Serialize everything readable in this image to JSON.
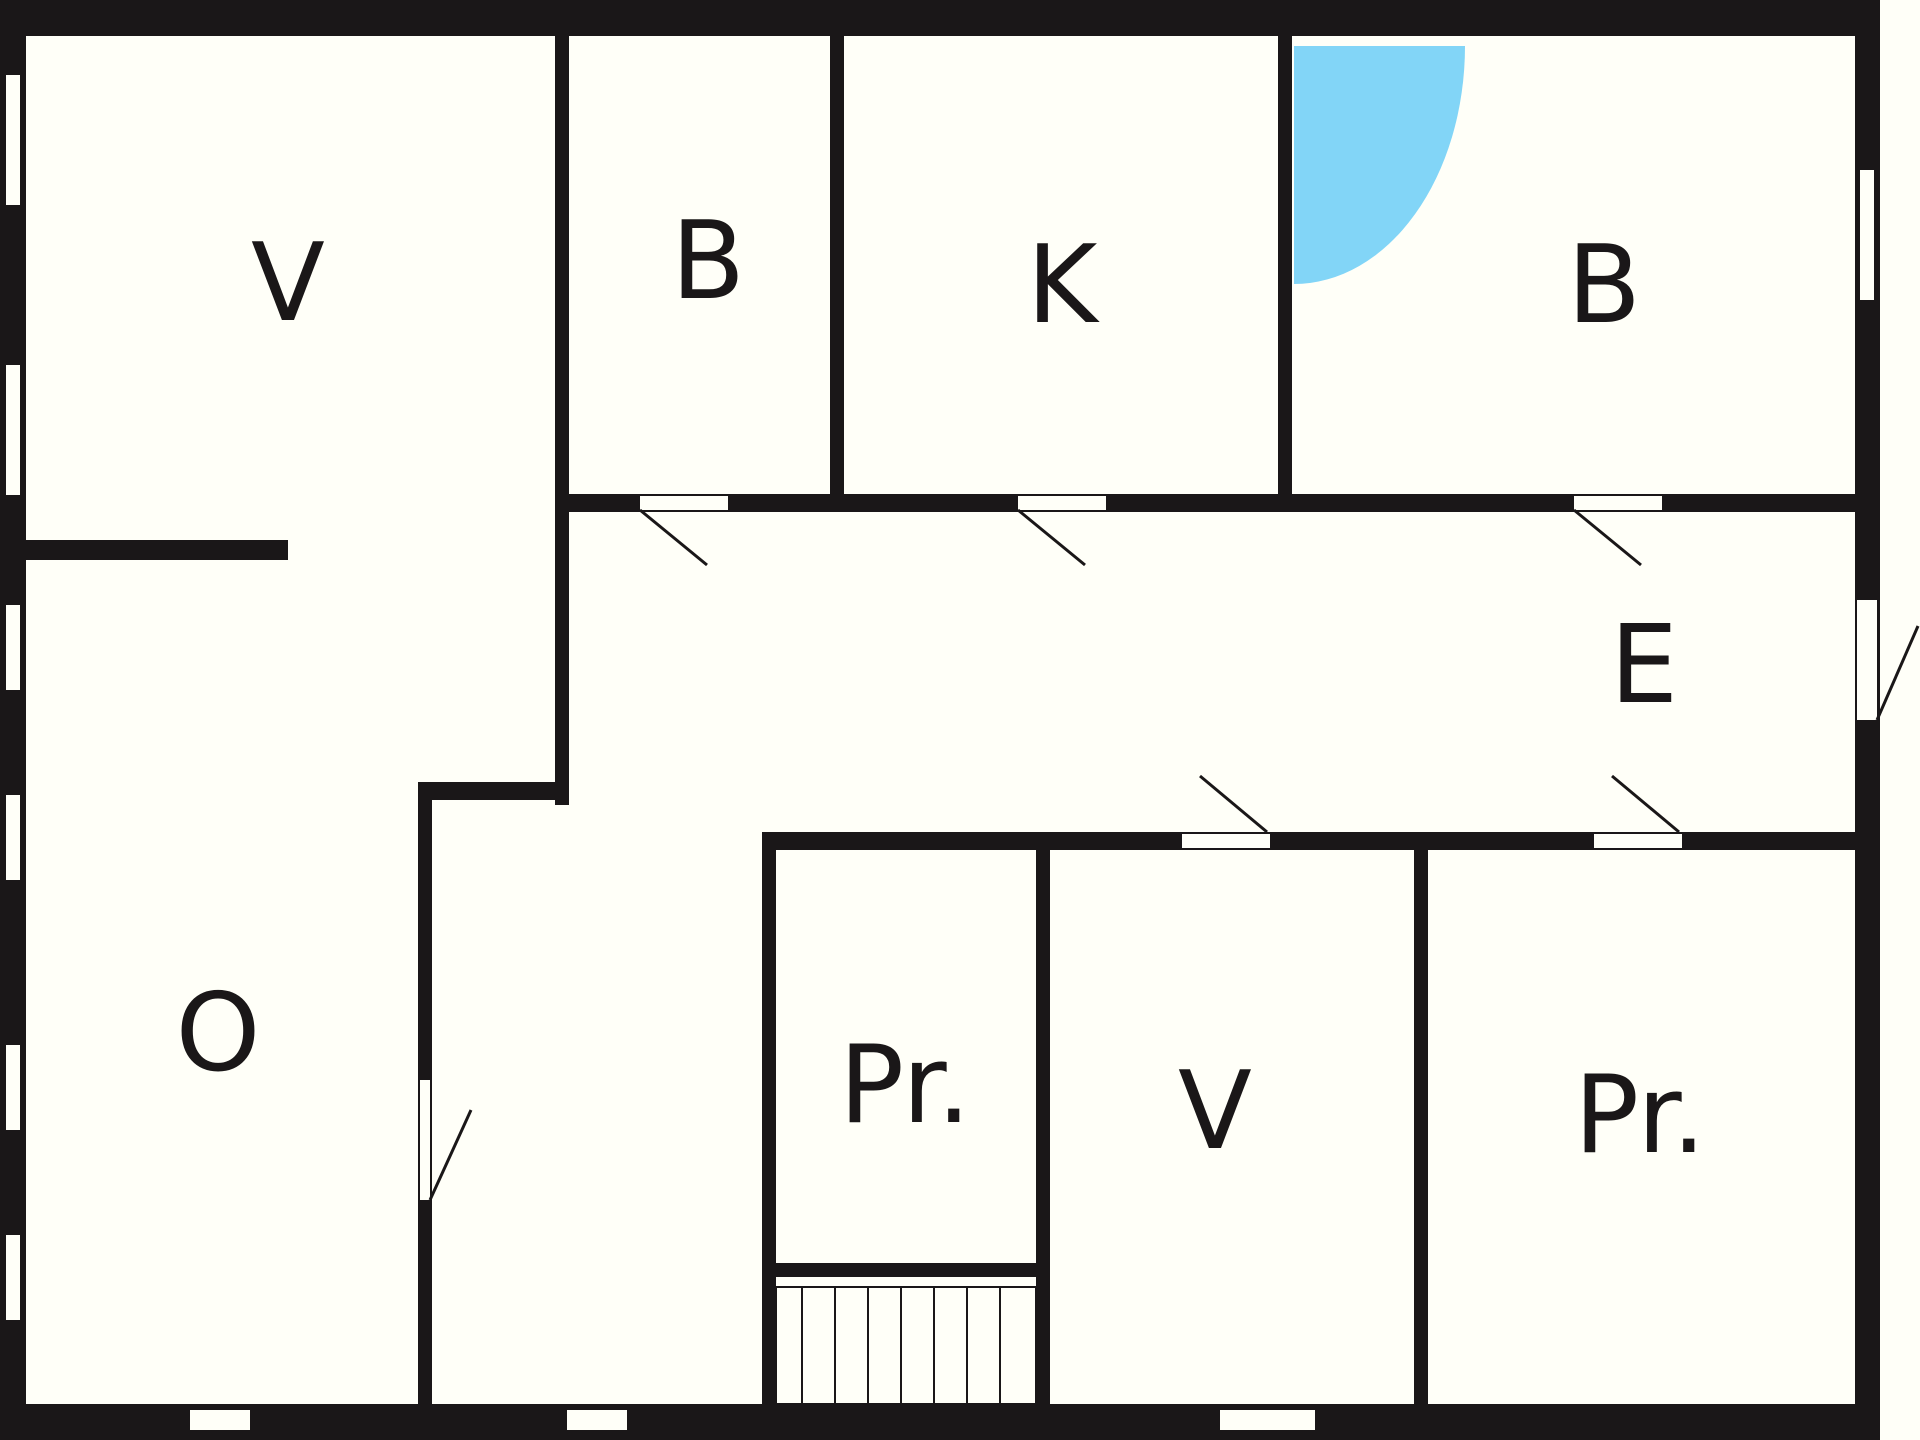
{
  "rooms": [
    {
      "id": "room-v-topleft",
      "label": "V"
    },
    {
      "id": "room-b-small",
      "label": "B"
    },
    {
      "id": "room-k",
      "label": "K"
    },
    {
      "id": "room-b-large",
      "label": "B"
    },
    {
      "id": "room-e",
      "label": "E"
    },
    {
      "id": "room-o",
      "label": "O"
    },
    {
      "id": "room-pr-left",
      "label": "Pr."
    },
    {
      "id": "room-v-bottom",
      "label": "V"
    },
    {
      "id": "room-pr-right",
      "label": "Pr."
    }
  ],
  "colors": {
    "wall": "#1a1718",
    "floor": "#fffff8",
    "door_swing": "#82d5f7"
  }
}
